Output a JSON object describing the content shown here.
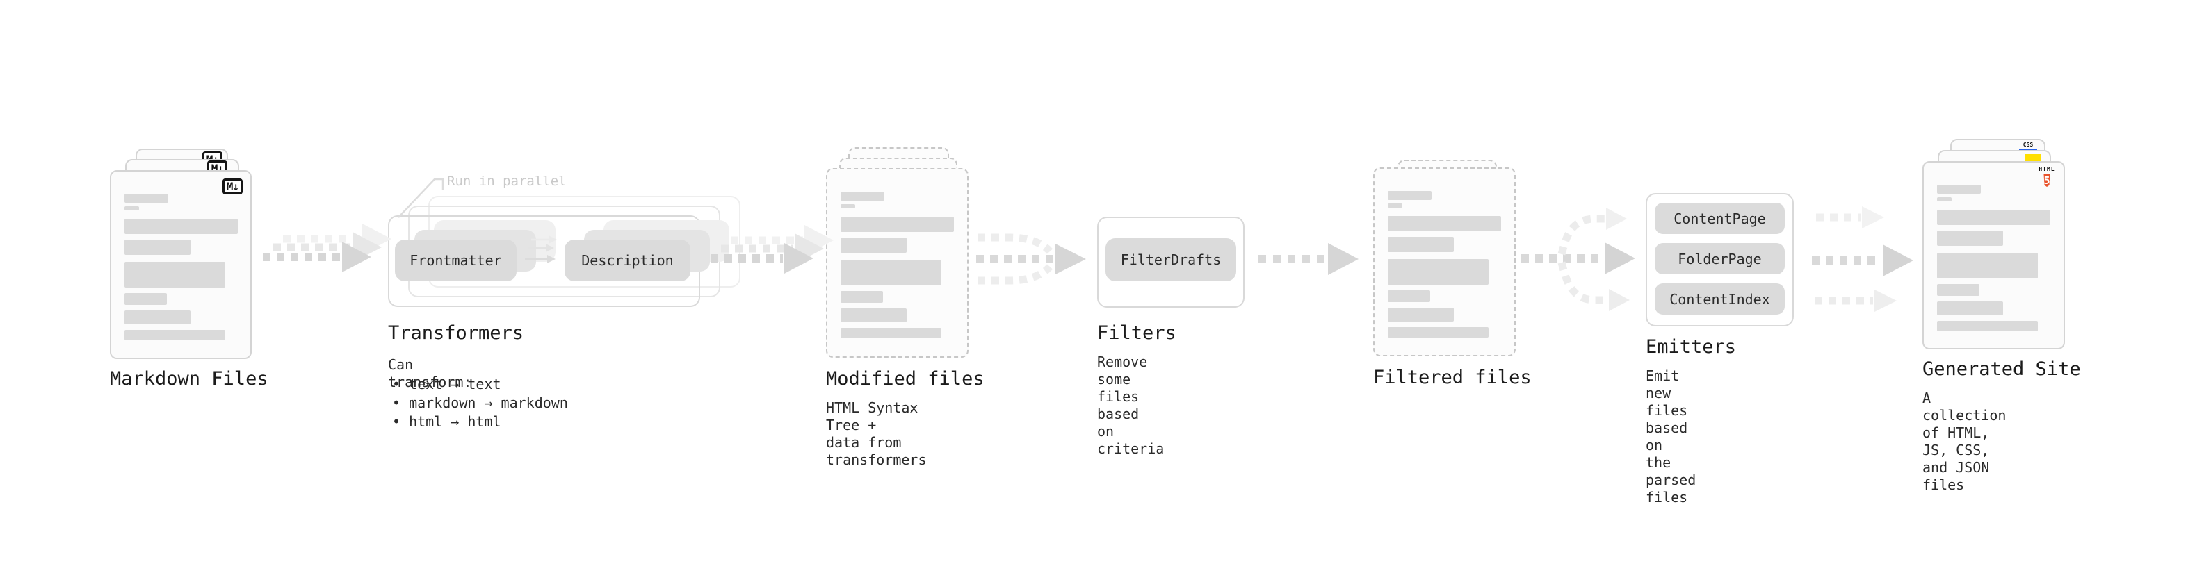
{
  "diagram": {
    "nodes": {
      "markdown": {
        "label": "Markdown Files",
        "badge": "M↓"
      },
      "transformers": {
        "label": "Transformers",
        "note": "Run in parallel",
        "pill_left": "Frontmatter",
        "pill_right": "Description",
        "desc_title": "Can transform:",
        "bullet1": "• text → text",
        "bullet2": "• markdown → markdown",
        "bullet3": "• html → html"
      },
      "modified": {
        "label": "Modified files",
        "desc": "HTML Syntax Tree +\ndata from transformers"
      },
      "filters": {
        "label": "Filters",
        "pill": "FilterDrafts",
        "desc": "Remove some files based\non criteria"
      },
      "filtered": {
        "label": "Filtered files"
      },
      "emitters": {
        "label": "Emitters",
        "pill1": "ContentPage",
        "pill2": "FolderPage",
        "pill3": "ContentIndex",
        "desc": "Emit new files based on\nthe parsed files"
      },
      "generated": {
        "label": "Generated Site",
        "desc": "A collection of HTML,\nJS, CSS, and JSON files",
        "badge_css": "CSS",
        "badge_html": "HTML",
        "badge_html_num": "5"
      }
    },
    "colors": {
      "html5_orange": "#e8532c",
      "css_blue": "#2862e9",
      "js_yellow": "#ffdf00",
      "arrow_gray": "#d6d6d6"
    }
  }
}
